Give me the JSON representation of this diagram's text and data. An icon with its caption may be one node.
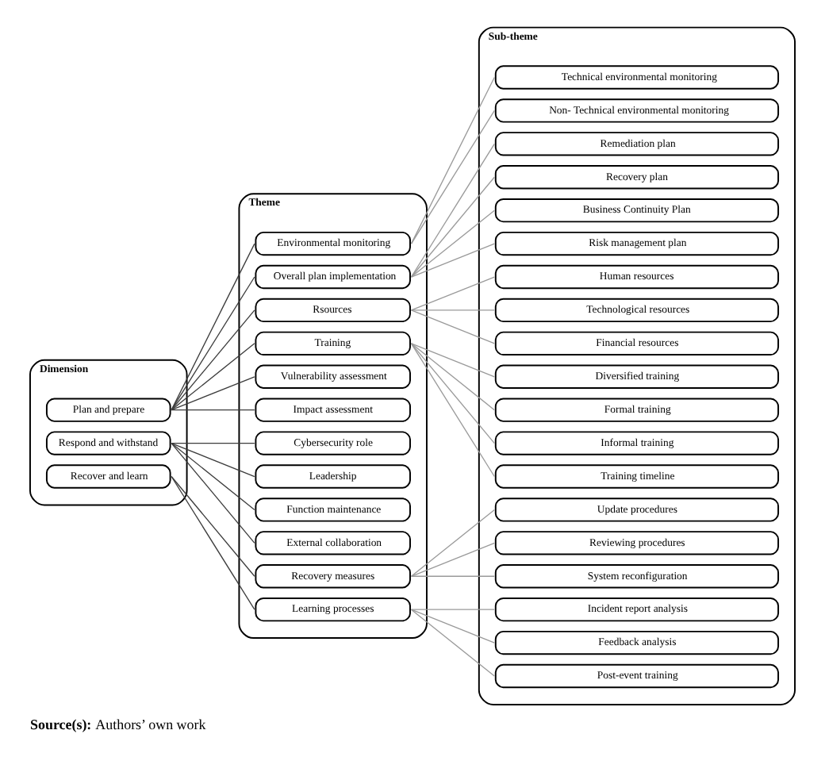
{
  "diagram": {
    "caption": "**Source(s):** Authors’ own work",
    "nodes": [
      {
        "text": [
          "Dimension"
        ]
      },
      {
        "text": [
          "Plan and prepare"
        ],
        "in": 0
      },
      {
        "text": [
          "Respond and withstand"
        ],
        "in": 0
      },
      {
        "text": [
          "Recover and learn"
        ],
        "in": 0
      },
      {
        "text": [
          "Theme"
        ]
      },
      {
        "text": [
          "Environmental monitoring"
        ],
        "in": 4
      },
      {
        "text": [
          "Overall plan implementation"
        ],
        "in": 4
      },
      {
        "text": [
          "Rsources"
        ],
        "in": 4
      },
      {
        "text": [
          "Training"
        ],
        "in": 4
      },
      {
        "text": [
          "Vulnerability assessment"
        ],
        "in": 4
      },
      {
        "text": [
          "Impact assessment"
        ],
        "in": 4
      },
      {
        "text": [
          "Cybersecurity role"
        ],
        "in": 4
      },
      {
        "text": [
          "Leadership"
        ],
        "in": 4
      },
      {
        "text": [
          "Function maintenance"
        ],
        "in": 4
      },
      {
        "text": [
          "External collaboration"
        ],
        "in": 4
      },
      {
        "text": [
          "Recovery measures"
        ],
        "in": 4
      },
      {
        "text": [
          "Learning processes"
        ],
        "in": 4
      },
      {
        "text": [
          "Sub-theme"
        ]
      },
      {
        "text": [
          "Technical environmental monitoring"
        ],
        "in": 17
      },
      {
        "text": [
          "Non- Technical environmental monitoring"
        ],
        "in": 17
      },
      {
        "text": [
          "Remediation plan"
        ],
        "in": 17
      },
      {
        "text": [
          "Recovery plan"
        ],
        "in": 17
      },
      {
        "text": [
          "Business Continuity Plan"
        ],
        "in": 17
      },
      {
        "text": [
          "Risk management plan"
        ],
        "in": 17
      },
      {
        "text": [
          "Human resources"
        ],
        "in": 17
      },
      {
        "text": [
          "Technological resources"
        ],
        "in": 17
      },
      {
        "text": [
          "Financial resources"
        ],
        "in": 17
      },
      {
        "text": [
          "Diversified training"
        ],
        "in": 17
      },
      {
        "text": [
          "Formal training"
        ],
        "in": 17
      },
      {
        "text": [
          "Informal training"
        ],
        "in": 17
      },
      {
        "text": [
          "Training timeline"
        ],
        "in": 17
      },
      {
        "text": [
          "Update procedures"
        ],
        "in": 17
      },
      {
        "text": [
          "Reviewing procedures"
        ],
        "in": 17
      },
      {
        "text": [
          "System reconfiguration"
        ],
        "in": 17
      },
      {
        "text": [
          "Incident report analysis"
        ],
        "in": 17
      },
      {
        "text": [
          "Feedback analysis"
        ],
        "in": 17
      },
      {
        "text": [
          "Post-event training"
        ],
        "in": 17
      }
    ],
    "edges": [
      {
        "from": 1,
        "to": 5,
        "arrow": "none",
        "color": "#3c3c3c"
      },
      {
        "from": 1,
        "to": 6,
        "arrow": "none",
        "color": "#3c3c3c"
      },
      {
        "from": 1,
        "to": 7,
        "arrow": "none",
        "color": "#3c3c3c"
      },
      {
        "from": 1,
        "to": 8,
        "arrow": "none",
        "color": "#3c3c3c"
      },
      {
        "from": 1,
        "to": 9,
        "arrow": "none",
        "color": "#3c3c3c"
      },
      {
        "from": 1,
        "to": 10,
        "arrow": "none",
        "color": "#3c3c3c"
      },
      {
        "from": 2,
        "to": 11,
        "arrow": "none",
        "color": "#3c3c3c"
      },
      {
        "from": 2,
        "to": 12,
        "arrow": "none",
        "color": "#3c3c3c"
      },
      {
        "from": 2,
        "to": 13,
        "arrow": "none",
        "color": "#3c3c3c"
      },
      {
        "from": 2,
        "to": 14,
        "arrow": "none",
        "color": "#3c3c3c"
      },
      {
        "from": 3,
        "to": 15,
        "arrow": "none",
        "color": "#3c3c3c"
      },
      {
        "from": 3,
        "to": 16,
        "arrow": "none",
        "color": "#3c3c3c"
      },
      {
        "from": 5,
        "to": 18,
        "arrow": "none"
      },
      {
        "from": 5,
        "to": 19,
        "arrow": "none"
      },
      {
        "from": 6,
        "to": 20,
        "arrow": "none"
      },
      {
        "from": 6,
        "to": 21,
        "arrow": "none"
      },
      {
        "from": 6,
        "to": 22,
        "arrow": "none"
      },
      {
        "from": 6,
        "to": 23,
        "arrow": "none"
      },
      {
        "from": 7,
        "to": 24,
        "arrow": "none"
      },
      {
        "from": 7,
        "to": 25,
        "arrow": "none"
      },
      {
        "from": 7,
        "to": 26,
        "arrow": "none"
      },
      {
        "from": 8,
        "to": 27,
        "arrow": "none"
      },
      {
        "from": 8,
        "to": 28,
        "arrow": "none"
      },
      {
        "from": 8,
        "to": 29,
        "arrow": "none"
      },
      {
        "from": 8,
        "to": 30,
        "arrow": "none"
      },
      {
        "from": 15,
        "to": 31,
        "arrow": "none"
      },
      {
        "from": 15,
        "to": 32,
        "arrow": "none"
      },
      {
        "from": 15,
        "to": 33,
        "arrow": "none"
      },
      {
        "from": 16,
        "to": 34,
        "arrow": "none"
      },
      {
        "from": 16,
        "to": 35,
        "arrow": "none"
      },
      {
        "from": 16,
        "to": 36,
        "arrow": "none"
      }
    ]
  }
}
